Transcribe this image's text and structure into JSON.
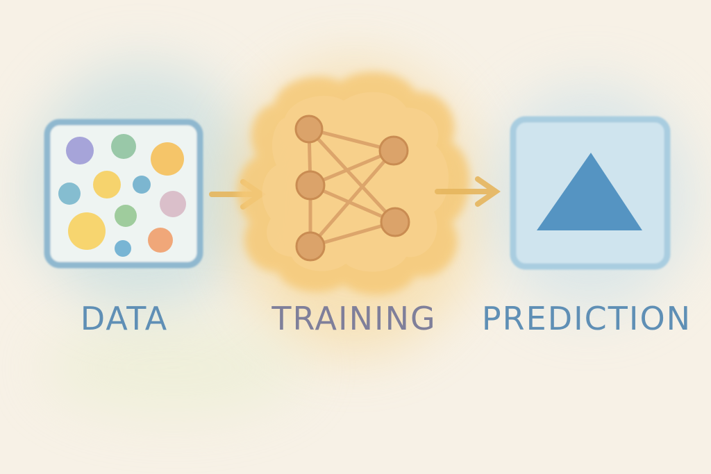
{
  "stages": [
    {
      "label": "DATA",
      "color": "#5f8fb5"
    },
    {
      "label": "TRAINING",
      "color": "#7f7f9a"
    },
    {
      "label": "PREDICTION",
      "color": "#5f8fb5"
    }
  ],
  "palette": {
    "background": "#f7f1e6",
    "data_box_stroke": "#8fb8cf",
    "cloud_fill": "#f5c978",
    "node_fill": "#dba36a",
    "node_stroke": "#c98c52",
    "arrow": "#e6b65e",
    "prediction_box": "#a9cde0",
    "triangle": "#4e8fbf"
  },
  "icons": [
    "dots-grid-icon",
    "neural-network-icon",
    "arrow-right-icon",
    "triangle-icon"
  ]
}
